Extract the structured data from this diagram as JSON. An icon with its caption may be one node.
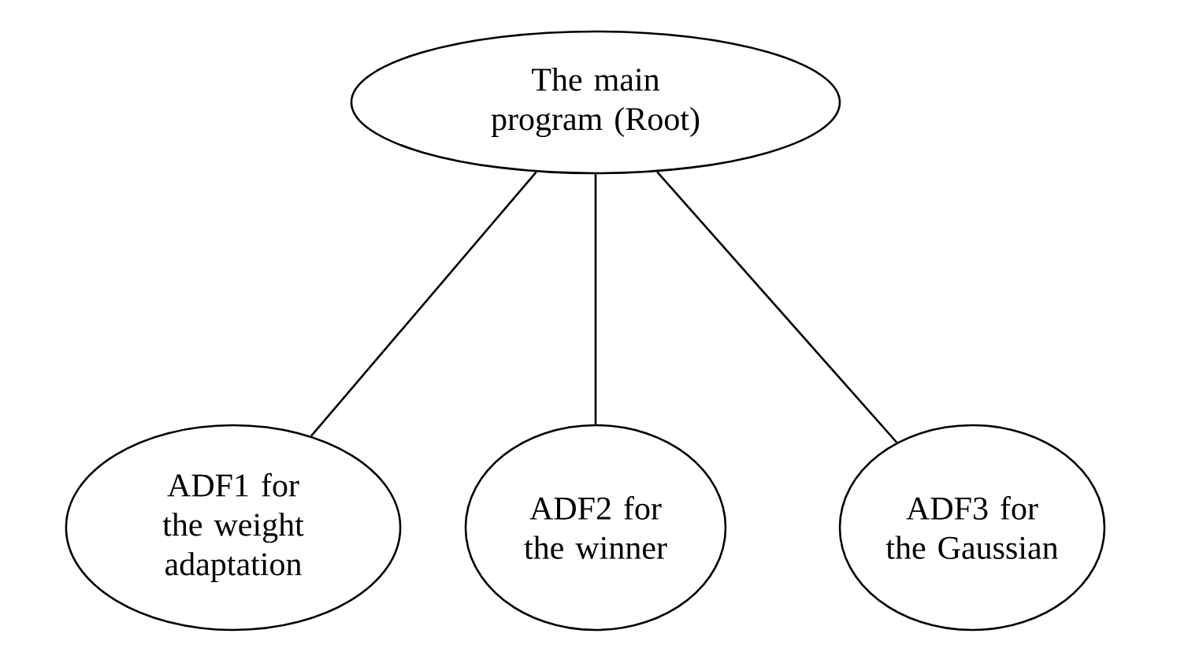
{
  "diagram": {
    "nodes": [
      {
        "text": [
          "The main program (Root)"
        ]
      },
      {
        "text": [
          "ADF1 for the weight adaptation"
        ]
      },
      {
        "text": [
          "ADF2 for the winner"
        ]
      },
      {
        "text": [
          "ADF3 for the Gaussian"
        ]
      }
    ],
    "edges": [
      {
        "from": 0,
        "to": 1,
        "arrow": "none"
      },
      {
        "from": 0,
        "to": 2,
        "arrow": "none"
      },
      {
        "from": 0,
        "to": 3,
        "arrow": "none"
      }
    ]
  }
}
